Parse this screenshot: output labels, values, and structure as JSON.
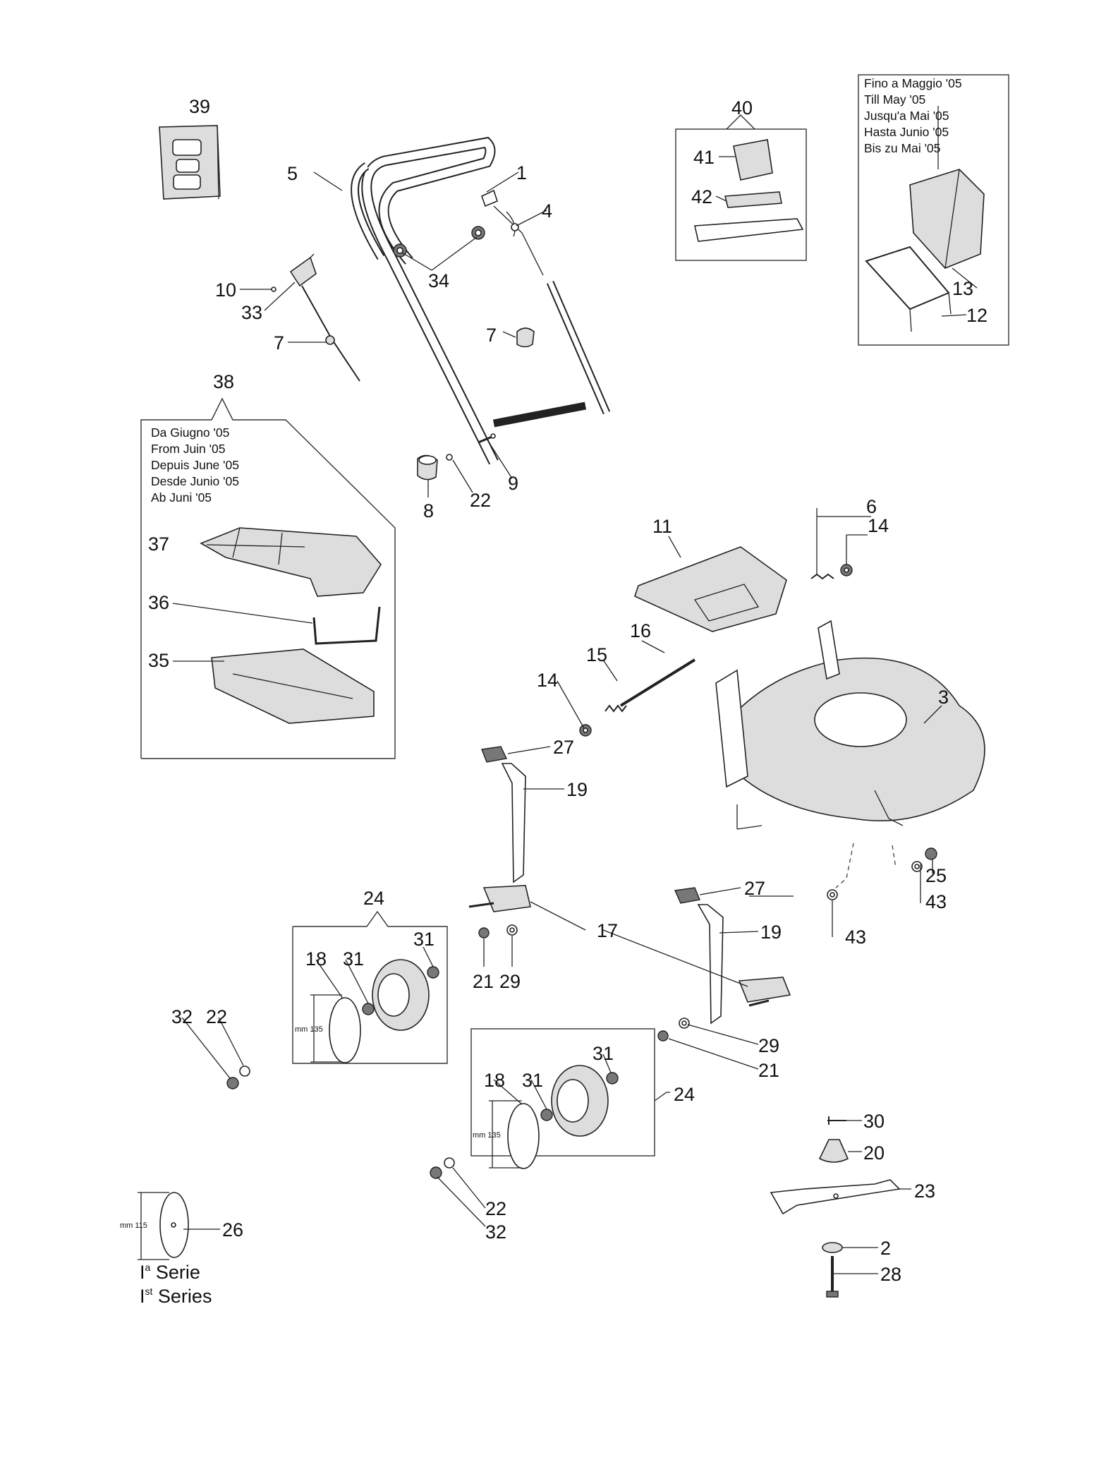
{
  "callouts": {
    "c1": "1",
    "c2": "2",
    "c3": "3",
    "c4": "4",
    "c5": "5",
    "c6": "6",
    "c7a": "7",
    "c7b": "7",
    "c8": "8",
    "c9": "9",
    "c10": "10",
    "c11": "11",
    "c12": "12",
    "c13": "13",
    "c14a": "14",
    "c14b": "14",
    "c15": "15",
    "c16": "16",
    "c17": "17",
    "c18a": "18",
    "c18b": "18",
    "c19a": "19",
    "c19b": "19",
    "c20": "20",
    "c21a": "21",
    "c21b": "21",
    "c22a": "22",
    "c22b": "22",
    "c22c": "22",
    "c23": "23",
    "c24a": "24",
    "c24b": "24",
    "c25": "25",
    "c26": "26",
    "c27a": "27",
    "c27b": "27",
    "c28": "28",
    "c29a": "29",
    "c29b": "29",
    "c30": "30",
    "c31a": "31",
    "c31b": "31",
    "c31c": "31",
    "c31d": "31",
    "c32a": "32",
    "c32b": "32",
    "c33": "33",
    "c34": "34",
    "c35": "35",
    "c36": "36",
    "c37": "37",
    "c38": "38",
    "c39": "39",
    "c40": "40",
    "c41": "41",
    "c42": "42",
    "c43a": "43",
    "c43b": "43"
  },
  "notes": {
    "until_may_05": [
      "Fino a Maggio '05",
      "Till May '05",
      "Jusqu'a Mai '05",
      "Hasta Junio '05",
      "Bis zu Mai '05"
    ],
    "from_june_05": [
      "Da Giugno '05",
      "From Juin '05",
      "Depuis June '05",
      "Desde Junio '05",
      "Ab Juni '05"
    ]
  },
  "dimensions": {
    "wheel_135_a": "mm 135",
    "wheel_135_b": "mm 135",
    "disc_115": "mm 115"
  },
  "series": {
    "line1_base": "I",
    "line1_sup": "a",
    "line1_text": " Serie",
    "line2_base": "I",
    "line2_sup": "st",
    "line2_text": " Series"
  }
}
